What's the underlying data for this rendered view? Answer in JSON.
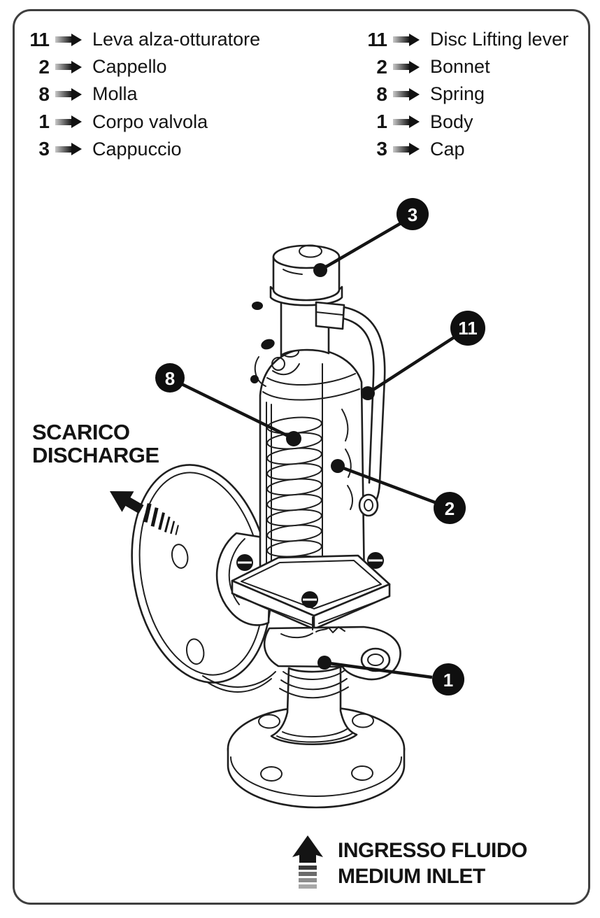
{
  "legend_left": {
    "items": [
      {
        "num": "11",
        "label": "Leva alza-otturatore"
      },
      {
        "num": "2",
        "label": "Cappello"
      },
      {
        "num": "8",
        "label": "Molla"
      },
      {
        "num": "1",
        "label": "Corpo valvola"
      },
      {
        "num": "3",
        "label": "Cappuccio"
      }
    ]
  },
  "legend_right": {
    "items": [
      {
        "num": "11",
        "label": "Disc Lifting lever"
      },
      {
        "num": "2",
        "label": "Bonnet"
      },
      {
        "num": "8",
        "label": "Spring"
      },
      {
        "num": "1",
        "label": "Body"
      },
      {
        "num": "3",
        "label": "Cap"
      }
    ]
  },
  "callouts": {
    "items": [
      {
        "num": "3"
      },
      {
        "num": "11"
      },
      {
        "num": "8"
      },
      {
        "num": "2"
      },
      {
        "num": "1"
      }
    ]
  },
  "flow_labels": {
    "discharge_line1": "SCARICO",
    "discharge_line2": "DISCHARGE",
    "inlet_line1": "INGRESSO FLUIDO",
    "inlet_line2": "MEDIUM INLET"
  },
  "icons": {
    "legend_arrow": "right-arrow-fading",
    "discharge_arrow": "up-left-arrow-hatched",
    "inlet_arrow": "up-arrow-striped"
  },
  "colors": {
    "ink": "#1a1a1a",
    "frame_border": "#3f3f3f"
  }
}
